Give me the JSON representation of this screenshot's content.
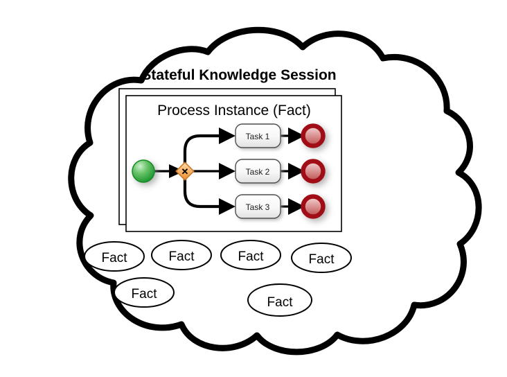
{
  "diagram": {
    "type": "bpmn-cloud-illustration",
    "title": "Stateful Knowledge Session",
    "container_shape": "cloud",
    "panel": {
      "title": "Process Instance (Fact)",
      "stacked_layers": 2
    },
    "flow": {
      "start_event": {
        "name": "start-event",
        "shape": "circle",
        "color": "#3cb043"
      },
      "gateway": {
        "name": "exclusive-gateway",
        "shape": "diamond",
        "marker": "X",
        "color": "#f5a95c"
      },
      "tasks": [
        {
          "label": "Task 1"
        },
        {
          "label": "Task 2"
        },
        {
          "label": "Task 3"
        }
      ],
      "end_events": [
        {
          "name": "end-event-1",
          "color": "#a00b12"
        },
        {
          "name": "end-event-2",
          "color": "#a00b12"
        },
        {
          "name": "end-event-3",
          "color": "#a00b12"
        }
      ]
    },
    "facts": {
      "label": "Fact",
      "row_top": [
        "Fact",
        "Fact",
        "Fact",
        "Fact"
      ],
      "row_bottom": [
        "Fact",
        "Fact"
      ]
    },
    "colors": {
      "outline": "#000000",
      "background": "#ffffff",
      "start": "#3cb043",
      "gateway": "#f5a95c",
      "end": "#a00b12",
      "task_fill": "#f2f2f2"
    }
  }
}
